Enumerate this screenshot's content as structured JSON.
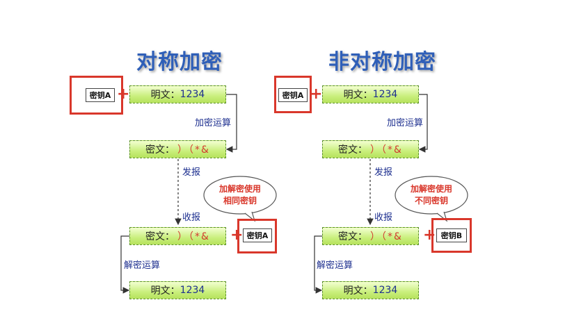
{
  "symmetric": {
    "title": "对称加密",
    "key_left": "密钥A",
    "plain_top": {
      "label": "明文：",
      "value": "1234"
    },
    "encrypt_label": "加密运算",
    "cipher_top": {
      "label": "密文：",
      "value": "）（*&"
    },
    "send_label": "发报",
    "receive_label": "收报",
    "bubble_line1": "加解密使用",
    "bubble_line2": "相同密钥",
    "cipher_bottom": {
      "label": "密文：",
      "value": "）（*&"
    },
    "key_right": "密钥A",
    "decrypt_label": "解密运算",
    "plain_bottom": {
      "label": "明文：",
      "value": "1234"
    }
  },
  "asymmetric": {
    "title": "非对称加密",
    "key_left": "密钥A",
    "plain_top": {
      "label": "明文：",
      "value": "1234"
    },
    "encrypt_label": "加密运算",
    "cipher_top": {
      "label": "密文：",
      "value": "）（*&"
    },
    "send_label": "发报",
    "receive_label": "收报",
    "bubble_line1": "加解密使用",
    "bubble_line2": "不同密钥",
    "cipher_bottom": {
      "label": "密文：",
      "value": "）（*&"
    },
    "key_right": "密钥B",
    "decrypt_label": "解密运算",
    "plain_bottom": {
      "label": "明文：",
      "value": "1234"
    }
  },
  "plus_sign": "+",
  "colors": {
    "title": "#2f5fb8",
    "accent_red": "#d9372b",
    "box_fill": "#c9ef7d",
    "label_blue": "#1d2f8f"
  }
}
